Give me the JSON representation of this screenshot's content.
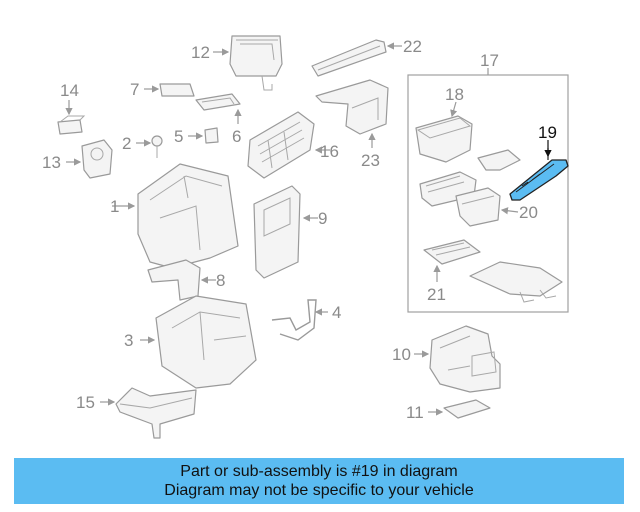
{
  "diagram": {
    "highlight_color": "#5bbcf2",
    "highlighted_part": "19",
    "labels": {
      "p1": "1",
      "p2": "2",
      "p3": "3",
      "p4": "4",
      "p5": "5",
      "p6": "6",
      "p7": "7",
      "p8": "8",
      "p9": "9",
      "p10": "10",
      "p11": "11",
      "p12": "12",
      "p13": "13",
      "p14": "14",
      "p15": "15",
      "p16": "16",
      "p17": "17",
      "p18": "18",
      "p19": "19",
      "p20": "20",
      "p21": "21",
      "p22": "22",
      "p23": "23"
    }
  },
  "banner": {
    "line1": "Part or sub-assembly is #19 in diagram",
    "line2": "Diagram may not be specific to your vehicle",
    "color": "#5bbcf2"
  }
}
